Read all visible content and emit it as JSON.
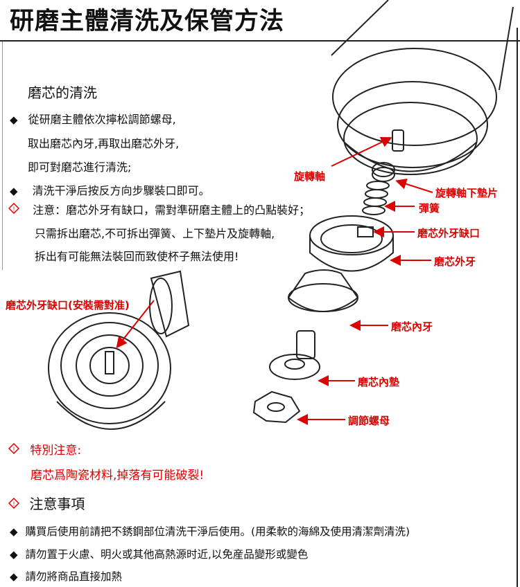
{
  "title": "研磨主體清洗及保管方法",
  "section1": {
    "heading": "磨芯的清洗",
    "bullet_a": [
      "從研磨主體依次擰松調節螺母,",
      "取出磨芯內牙,再取出磨芯外牙,",
      "即可對磨芯進行清洗;"
    ],
    "bullet_b": "清洗干淨后按反方向步驟裝口即可。",
    "note": [
      "注意：磨芯外牙有缺口，需對準研磨主體上的凸點裝好；",
      "只需拆出磨芯,不可拆出彈簧、上下墊片及旋轉軸,",
      "拆出有可能無法裝回而致使杯子無法使用!"
    ]
  },
  "callouts": {
    "outer_notch_install": "磨芯外牙缺口(安裝需對准)",
    "shaft": "旋轉軸",
    "shaft_lower_washer": "旋轉軸下墊片",
    "spring": "彈簧",
    "outer_notch": "磨芯外牙缺口",
    "outer_burr": "磨芯外牙",
    "inner_burr": "磨芯內牙",
    "inner_washer": "磨芯內墊",
    "adjust_nut": "調節螺母"
  },
  "special": {
    "heading": "特別注意:",
    "text": "磨芯爲陶瓷材料,掉落有可能破裂!"
  },
  "precautions": {
    "heading": "注意事項",
    "items": [
      "購買后使用前請把不銹鋼部位清洗干淨后使用。(用柔軟的海綿及使用清潔劑清洗)",
      "請勿置于火慮、明火或其他高熱源时近,以免産品變形或變色",
      "請勿將商品直接加熱"
    ]
  },
  "colors": {
    "accent": "#d00000",
    "text": "#111111"
  },
  "icons": {
    "bullet": "diamond-bullet-icon",
    "warning": "warning-diamond-icon"
  }
}
